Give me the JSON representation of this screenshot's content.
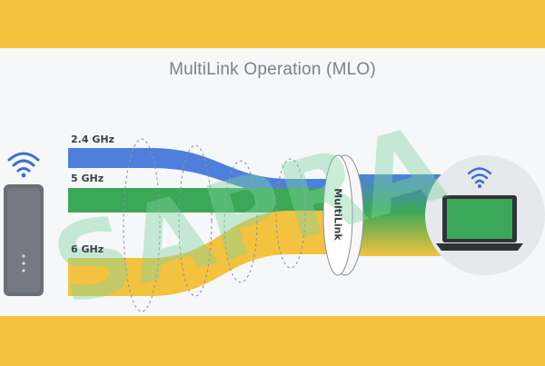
{
  "title": "MultiLink Operation (MLO)",
  "bands": [
    {
      "label": "2.4 GHz",
      "color": "#4f7fdc"
    },
    {
      "label": "5 GHz",
      "color": "#3aa857"
    },
    {
      "label": "6 GHz",
      "color": "#f3c23f"
    }
  ],
  "multilink_label": "MultiLink",
  "watermark": "SAPRA",
  "colors": {
    "background": "#f6f7f8",
    "frame": "#f3c23f",
    "device": "#6b7078",
    "watermark": "#7fd3a0"
  },
  "icons": {
    "router": "router-icon",
    "wifi": "wifi-icon",
    "laptop": "laptop-icon"
  }
}
